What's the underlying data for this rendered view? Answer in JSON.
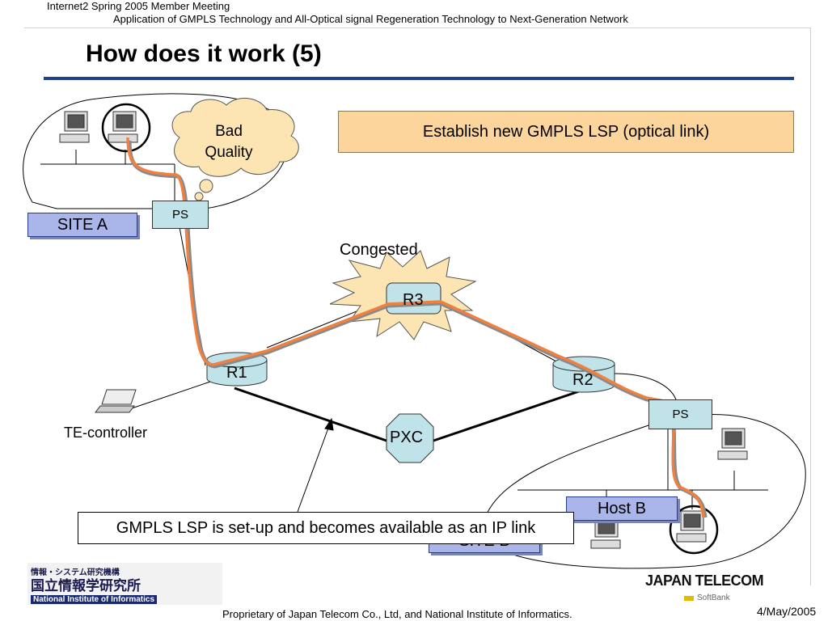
{
  "header": {
    "event": "Internet2 Spring 2005 Member Meeting",
    "subtitle": "Application of GMPLS Technology and All-Optical signal Regeneration Technology to Next-Generation Network"
  },
  "slide": {
    "title": "How does it work (5)"
  },
  "callouts": {
    "top": "Establish new GMPLS LSP (optical link)",
    "bottom": "GMPLS LSP is set-up and becomes available as an IP link"
  },
  "cloud": {
    "line1": "Bad",
    "line2": "Quality"
  },
  "nodes": {
    "site_a": "SITE A",
    "site_b": "SITE B",
    "host_b": "Host B",
    "ps_a": "PS",
    "ps_b": "PS",
    "r1": "R1",
    "r2": "R2",
    "r3": "R3",
    "pxc": "PXC",
    "te_controller": "TE-controller",
    "congested": "Congested"
  },
  "logos": {
    "nii_line1": "情報・システム研究機構",
    "nii_line2": "国立情報学研究所",
    "nii_line3": "National Institute of Informatics",
    "japan_telecom": "JAPAN TELECOM",
    "softbank": "SoftBank"
  },
  "footer": {
    "copyright": "Proprietary of Japan Telecom Co., Ltd, and National Institute of Informatics.",
    "date": "4/May/2005"
  },
  "colors": {
    "title_rule": "#1f3f8f",
    "callout_fill": "#fbd59b",
    "site_label_fill": "#aab5ea",
    "router_fill": "#bfe3e8",
    "lsp_path": "#f08040",
    "explosion_fill": "#fde5b3"
  }
}
